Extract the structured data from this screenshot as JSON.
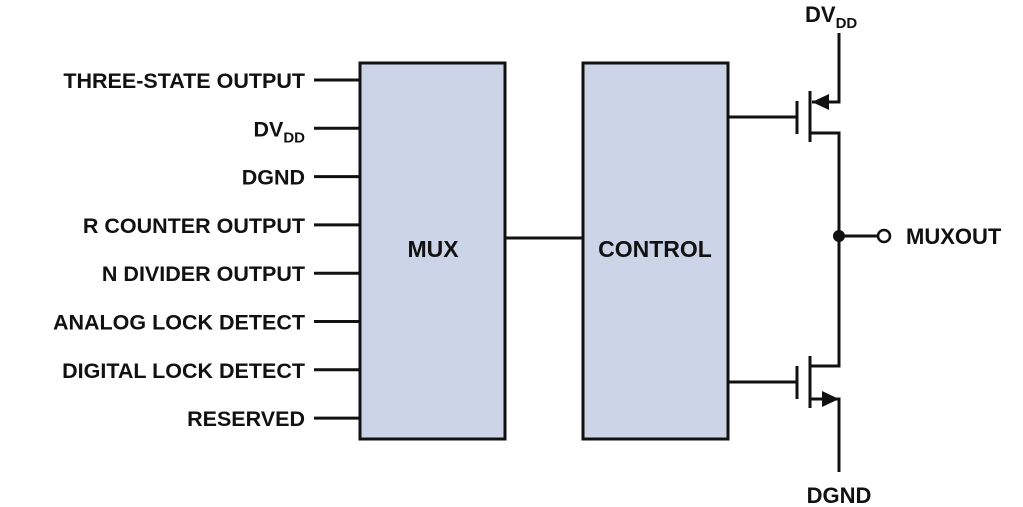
{
  "diagram": {
    "type": "block-diagram",
    "colors": {
      "block_fill": "#CBD5E7",
      "line": "#111111",
      "text": "#111111",
      "background": "#FFFFFF"
    },
    "mux_inputs": [
      {
        "label": "THREE-STATE OUTPUT",
        "sub": ""
      },
      {
        "label": "DV",
        "sub": "DD"
      },
      {
        "label": "DGND",
        "sub": ""
      },
      {
        "label": "R COUNTER OUTPUT",
        "sub": ""
      },
      {
        "label": "N DIVIDER OUTPUT",
        "sub": ""
      },
      {
        "label": "ANALOG LOCK DETECT",
        "sub": ""
      },
      {
        "label": "DIGITAL LOCK DETECT",
        "sub": ""
      },
      {
        "label": "RESERVED",
        "sub": ""
      }
    ],
    "blocks": {
      "mux": {
        "label": "MUX"
      },
      "control": {
        "label": "CONTROL"
      }
    },
    "supply_top": {
      "label": "DV",
      "sub": "DD"
    },
    "ground_bottom": {
      "label": "DGND"
    },
    "output": {
      "label": "MUXOUT"
    },
    "transistors": [
      {
        "name": "pmos-pull-up",
        "type": "PMOS"
      },
      {
        "name": "nmos-pull-down",
        "type": "NMOS"
      }
    ]
  }
}
